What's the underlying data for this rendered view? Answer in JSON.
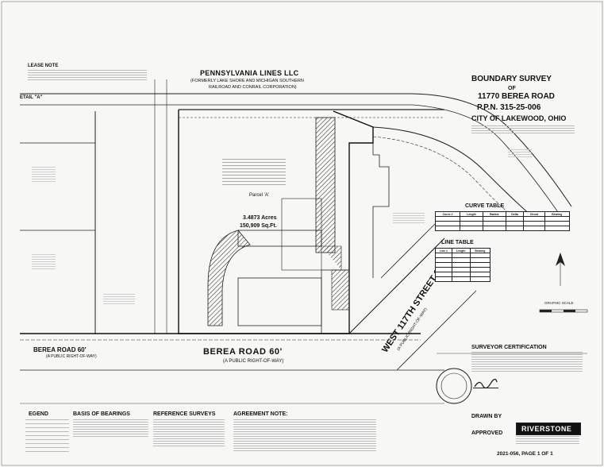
{
  "title": {
    "line1": "BOUNDARY SURVEY",
    "line2": "OF",
    "line3": "11770 BEREA ROAD",
    "line4": "P.P.N. 315-25-006",
    "line5": "CITY OF LAKEWOOD, OHIO"
  },
  "rail": {
    "name": "PENNSYLVANIA LINES LLC",
    "sub1": "(FORMERLY LAKE SHORE AND MICHIGAN SOUTHERN",
    "sub2": "RAILROAD AND CONRAIL CORPORATION)"
  },
  "parcel": {
    "acres": "3.4873 Acres",
    "sqft": "150,909 Sq.Ft.",
    "label": "Parcel 'A'"
  },
  "roads": {
    "berea_main": "BEREA ROAD 60'",
    "berea_main_sub": "(A PUBLIC RIGHT-OF-WAY)",
    "berea_left": "BEREA ROAD 60'",
    "berea_left_sub": "(A PUBLIC RIGHT-OF-WAY)",
    "west_117": "WEST 117TH STREET 60'",
    "west_117_sub": "(A PUBLIC RIGHT-OF-WAY)"
  },
  "headings": {
    "lease_note": "LEASE NOTE",
    "detail_a": "ETAIL \"A\"",
    "curve_table": "CURVE TABLE",
    "line_table": "LINE TABLE",
    "graphic_scale": "GRAPHIC SCALE",
    "surveyor_cert": "SURVEYOR CERTIFICATION",
    "drawn_by": "DRAWN BY",
    "approved": "APPROVED",
    "legend": "EGEND",
    "basis": "BASIS OF BEARINGS",
    "reference": "REFERENCE SURVEYS",
    "agreement": "AGREEMENT NOTE:"
  },
  "firm": {
    "name": "RIVERSTONE"
  },
  "sheet_id": "2021-056, PAGE 1 OF 1",
  "curve_table_cols": [
    "Curve #",
    "Length",
    "Radius",
    "Delta",
    "Chord",
    "Bearing"
  ],
  "line_table_cols": [
    "Line #",
    "Length",
    "Bearing"
  ]
}
